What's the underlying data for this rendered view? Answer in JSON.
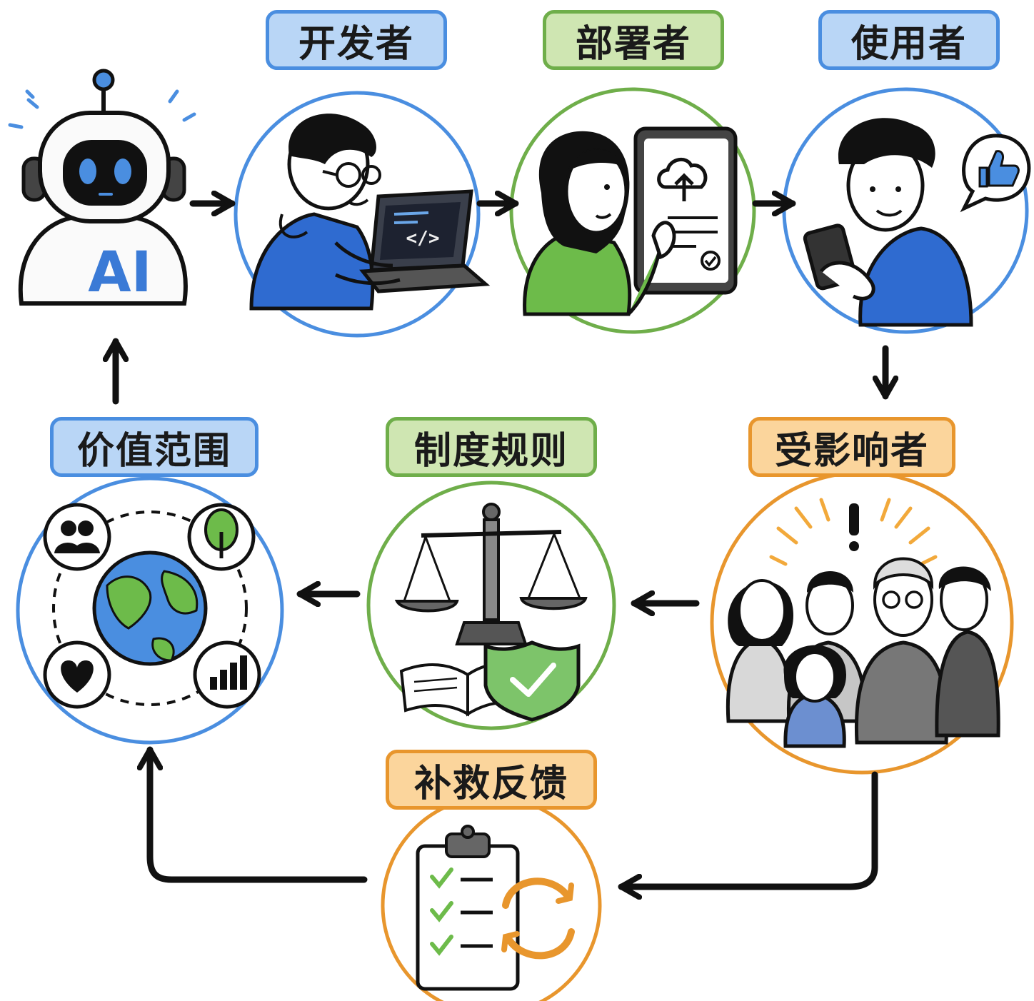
{
  "robot": {
    "text": "AI"
  },
  "labels": {
    "developer": "开发者",
    "deployer": "部署者",
    "user": "使用者",
    "affected": "受影响者",
    "rules": "制度规则",
    "values": "价值范围",
    "remedy": "补救反馈"
  },
  "colors": {
    "blue": "#4a8ee0",
    "green": "#6fae4a",
    "orange": "#e8962d",
    "stroke": "#111111"
  }
}
